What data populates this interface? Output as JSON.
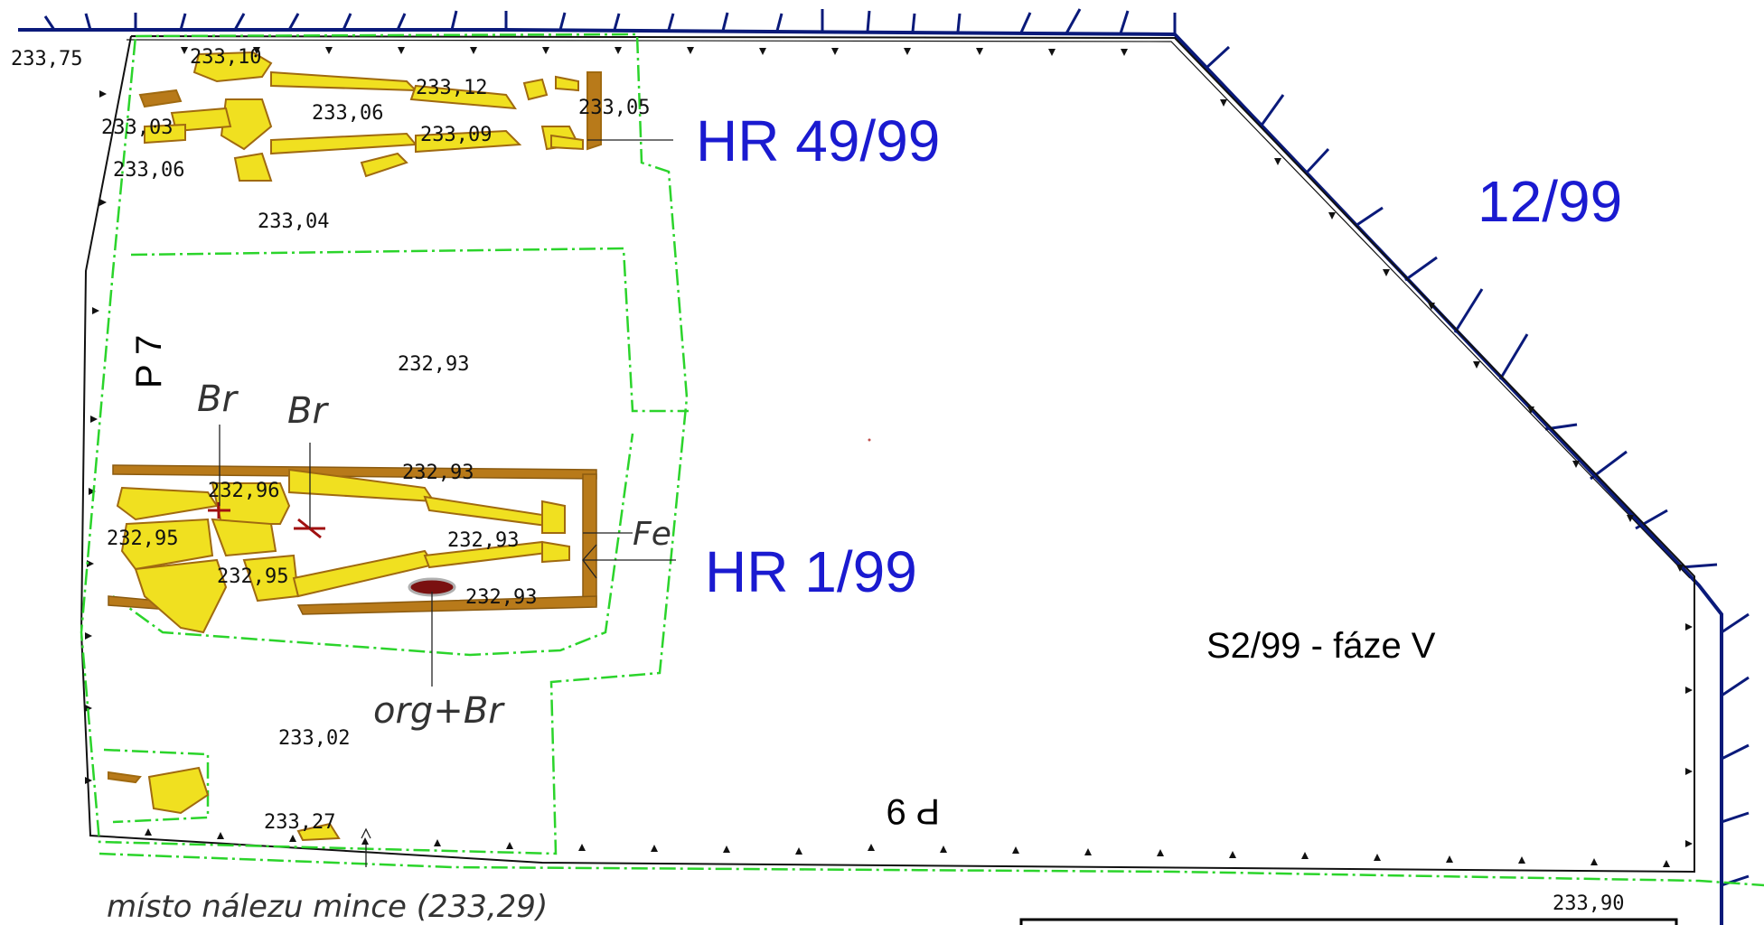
{
  "site_label": "S2/99 - fáze V",
  "feature_label": "12/99",
  "graves": [
    {
      "id": "HR 49/99"
    },
    {
      "id": "HR 1/99"
    }
  ],
  "profiles": {
    "p7": "P 7",
    "p9": "P 9"
  },
  "elevations": [
    "233,75",
    "233,10",
    "233,12",
    "233,03",
    "233,06",
    "233,09",
    "233,05",
    "233,06",
    "233,04",
    "232,93",
    "232,93",
    "232,96",
    "232,95",
    "232,93",
    "232,95",
    "232,93",
    "233,02",
    "233,27",
    "233,90"
  ],
  "finds": {
    "br1": "Br",
    "br2": "Br",
    "fe": "Fe",
    "org": "org+Br"
  },
  "coin_note": "místo nálezu mince (233,29)",
  "colors": {
    "edge": "#0a1a7a",
    "label_blue": "#1a1ad0",
    "bone_fill": "#f0e020",
    "bone_stroke": "#a06a10",
    "coffin": "#b87a1a",
    "trench": "#2bd42b",
    "find_marker": "#a01010",
    "organic": "#7a1010"
  }
}
